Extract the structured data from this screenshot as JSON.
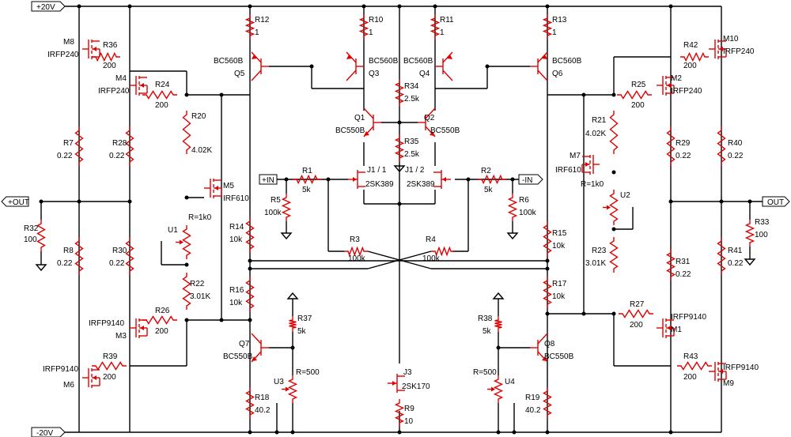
{
  "rails": {
    "pos": "+20V",
    "neg": "-20V"
  },
  "ports": {
    "out_left": "+OUT",
    "out_right": "OUT",
    "in_pos": "+IN",
    "in_neg": "-IN"
  },
  "resistors": [
    {
      "ref": "R12",
      "val": "1"
    },
    {
      "ref": "R10",
      "val": "1"
    },
    {
      "ref": "R11",
      "val": "1"
    },
    {
      "ref": "R13",
      "val": "1"
    },
    {
      "ref": "R36",
      "val": "200"
    },
    {
      "ref": "R42",
      "val": "200"
    },
    {
      "ref": "R24",
      "val": "200"
    },
    {
      "ref": "R25",
      "val": "200"
    },
    {
      "ref": "R34",
      "val": "2.5k"
    },
    {
      "ref": "R35",
      "val": "2.5k"
    },
    {
      "ref": "R20",
      "val": "4.02K"
    },
    {
      "ref": "R21",
      "val": "4.02K"
    },
    {
      "ref": "R7",
      "val": "0.22"
    },
    {
      "ref": "R28",
      "val": "0.22"
    },
    {
      "ref": "R29",
      "val": "0.22"
    },
    {
      "ref": "R40",
      "val": "0.22"
    },
    {
      "ref": "R1",
      "val": "5k"
    },
    {
      "ref": "R2",
      "val": "5k"
    },
    {
      "ref": "R5",
      "val": "100k"
    },
    {
      "ref": "R6",
      "val": "100k"
    },
    {
      "ref": "R32",
      "val": "100"
    },
    {
      "ref": "R33",
      "val": "100"
    },
    {
      "ref": "R8",
      "val": "0.22"
    },
    {
      "ref": "R30",
      "val": "0.22"
    },
    {
      "ref": "R31",
      "val": "0.22"
    },
    {
      "ref": "R41",
      "val": "0.22"
    },
    {
      "ref": "R14",
      "val": "10k"
    },
    {
      "ref": "R15",
      "val": "10k"
    },
    {
      "ref": "R16",
      "val": "10k"
    },
    {
      "ref": "R17",
      "val": "10k"
    },
    {
      "ref": "R3",
      "val": "100k"
    },
    {
      "ref": "R4",
      "val": "100k"
    },
    {
      "ref": "R22",
      "val": "3.01K"
    },
    {
      "ref": "R23",
      "val": "3.01K"
    },
    {
      "ref": "R26",
      "val": "200"
    },
    {
      "ref": "R27",
      "val": "200"
    },
    {
      "ref": "R39",
      "val": "200"
    },
    {
      "ref": "R43",
      "val": "200"
    },
    {
      "ref": "R37",
      "val": "5k"
    },
    {
      "ref": "R38",
      "val": "5k"
    },
    {
      "ref": "R18",
      "val": "40.2"
    },
    {
      "ref": "R19",
      "val": "40.2"
    },
    {
      "ref": "R9",
      "val": "10"
    }
  ],
  "transistors": [
    {
      "ref": "Q5",
      "type": "BC560B"
    },
    {
      "ref": "Q3",
      "type": "BC560B"
    },
    {
      "ref": "Q4",
      "type": "BC560B"
    },
    {
      "ref": "Q6",
      "type": "BC560B"
    },
    {
      "ref": "Q1",
      "type": "BC550B"
    },
    {
      "ref": "Q2",
      "type": "BC550B"
    },
    {
      "ref": "Q7",
      "type": "BC550B"
    },
    {
      "ref": "Q8",
      "type": "BC550B"
    },
    {
      "ref": "J1 / 1",
      "type": "2SK389"
    },
    {
      "ref": "J1 / 2",
      "type": "2SK389"
    },
    {
      "ref": "J3",
      "type": "2SK170"
    }
  ],
  "mosfets": [
    {
      "ref": "M8",
      "type": "IRFP240"
    },
    {
      "ref": "M10",
      "type": "IRFP240"
    },
    {
      "ref": "M4",
      "type": "IRFP240"
    },
    {
      "ref": "M2",
      "type": "IRFP240"
    },
    {
      "ref": "M5",
      "type": "IRF610"
    },
    {
      "ref": "M7",
      "type": "IRF610"
    },
    {
      "ref": "M3",
      "type": "IRFP9140"
    },
    {
      "ref": "M1",
      "type": "IRFP9140"
    },
    {
      "ref": "M6",
      "type": "IRFP9140"
    },
    {
      "ref": "M9",
      "type": "IRFP9140"
    }
  ],
  "pots": [
    {
      "ref": "U1",
      "val": "R=1k0"
    },
    {
      "ref": "U2",
      "val": "R=1k0"
    },
    {
      "ref": "U3",
      "val": "R=500"
    },
    {
      "ref": "U4",
      "val": "R=500"
    }
  ]
}
